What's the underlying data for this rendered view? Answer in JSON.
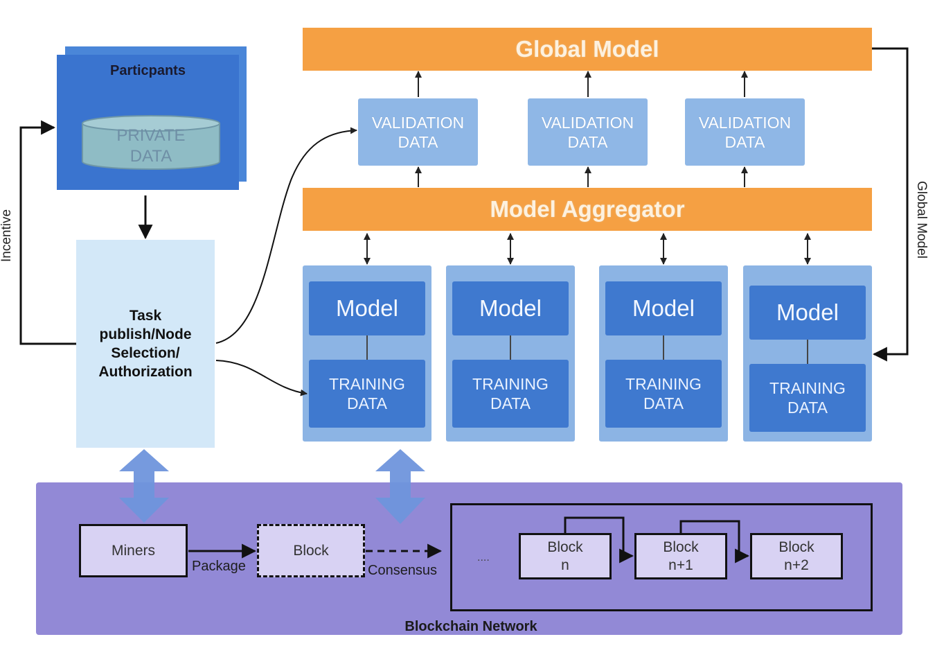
{
  "participants": {
    "title": "Particpants",
    "database_label": "PRIVATE\nDATA"
  },
  "task": {
    "label": "Task\npublish/Node\nSelection/\nAuthorization"
  },
  "global_model": {
    "title": "Global Model"
  },
  "aggregator": {
    "title": "Model Aggregator"
  },
  "validation_nodes": [
    "VALIDATION\nDATA",
    "VALIDATION\nDATA",
    "VALIDATION\nDATA"
  ],
  "clients": [
    {
      "model": "Model",
      "training": "TRAINING\nDATA"
    },
    {
      "model": "Model",
      "training": "TRAINING\nDATA"
    },
    {
      "model": "Model",
      "training": "TRAINING\nDATA"
    },
    {
      "model": "Model",
      "training": "TRAINING\nDATA"
    }
  ],
  "side_labels": {
    "incentive": "Incentive",
    "global_model": "Global Model"
  },
  "blockchain": {
    "title": "Blockchain Network",
    "miners": "Miners",
    "block": "Block",
    "package": "Package",
    "consensus": "Consensus",
    "ellipsis": "....",
    "chain": [
      "Block\nn",
      "Block\nn+1",
      "Block\nn+2"
    ]
  },
  "colors": {
    "orange": "#f5a043",
    "participants_blue": "#3a74cf",
    "validation_blue": "#8fb7e6",
    "model_blue": "#3f79cf",
    "task_light_blue": "#d3e8f8",
    "blockchain_purple": "#9289d6",
    "block_fill": "#d8d2f3"
  }
}
